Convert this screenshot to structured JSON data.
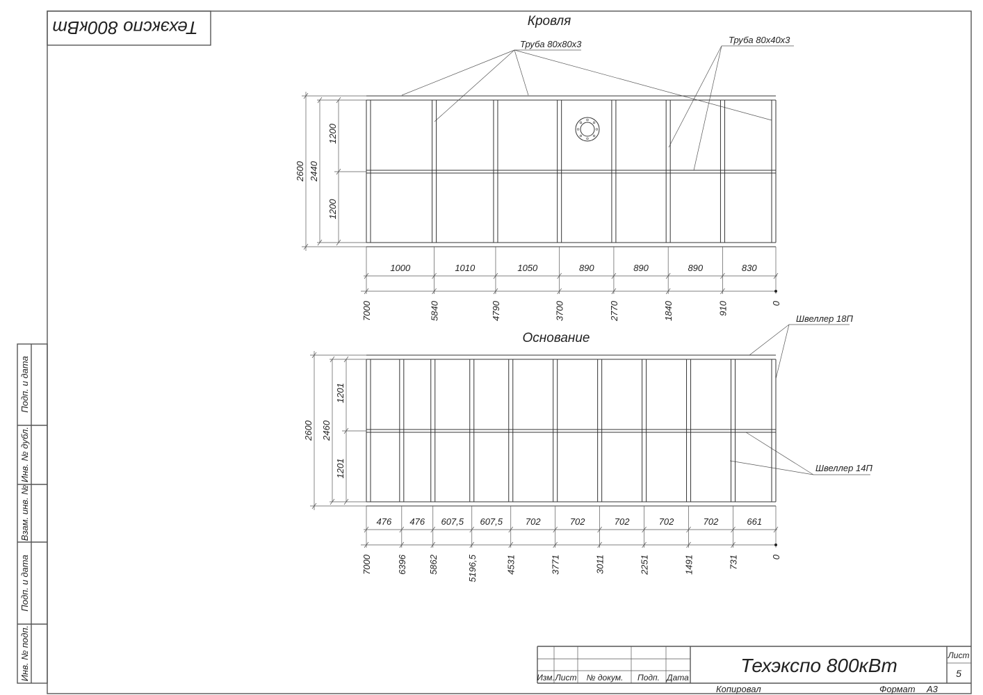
{
  "header_box": {
    "title": "Техэкспо 800кВт"
  },
  "roof": {
    "title": "Кровля",
    "leader_pipe_80x80": "Труба 80х80х3",
    "leader_pipe_80x40": "Труба 80х40х3",
    "overall_height": "2600",
    "inner_height": "2440",
    "half_heights": [
      "1200",
      "1200"
    ],
    "spans": [
      "1000",
      "1010",
      "1050",
      "890",
      "890",
      "890",
      "830"
    ],
    "ordinates": [
      7000,
      5840,
      4790,
      3700,
      2770,
      1840,
      910,
      0
    ],
    "ordinate_labels": [
      "7000",
      "5840",
      "4790",
      "3700",
      "2770",
      "1840",
      "910",
      "0"
    ]
  },
  "base": {
    "title": "Основание",
    "leader_channel_18": "Швеллер 18П",
    "leader_channel_14": "Швеллер 14П",
    "overall_height": "2600",
    "inner_height": "2460",
    "half_heights": [
      "1201",
      "1201"
    ],
    "spans": [
      "476",
      "476",
      "607,5",
      "607,5",
      "702",
      "702",
      "702",
      "702",
      "702",
      "661"
    ],
    "ordinates": [
      7000,
      6396,
      5862,
      5196.5,
      4531,
      3771,
      3011,
      2251,
      1491,
      731,
      0
    ],
    "ordinate_labels": [
      "7000",
      "6396",
      "5862",
      "5196,5",
      "4531",
      "3771",
      "3011",
      "2251",
      "1491",
      "731",
      "0"
    ]
  },
  "side_stamp": [
    "Подп. и дата",
    "Инв. № дубл.",
    "Взам. инв. №",
    "Подп. и дата",
    "Инв. № подп."
  ],
  "title_block": {
    "columns": [
      "Изм.",
      "Лист",
      "№ докум.",
      "Подп.",
      "Дата"
    ],
    "title": "Техэкспо 800кВт",
    "sheet_label": "Лист",
    "sheet_number": "5",
    "copied": "Копировал",
    "format_label": "Формат",
    "format_value": "А3"
  }
}
